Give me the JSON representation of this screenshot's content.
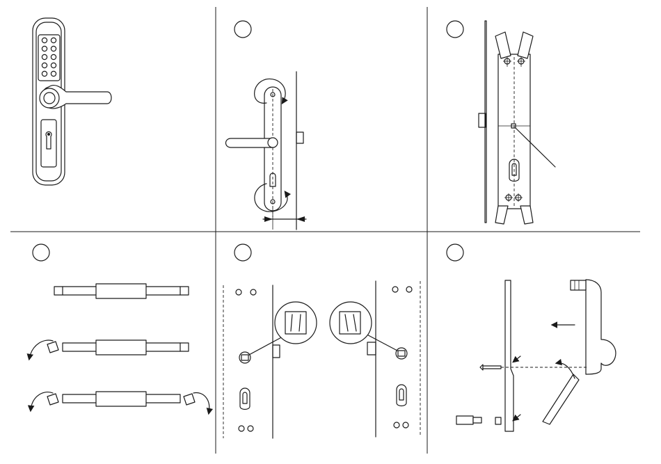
{
  "figure": {
    "panel_count": 6,
    "panels": [
      {
        "name": "handle-keypad-front-view",
        "step_marker": false
      },
      {
        "name": "drill-template-rotation",
        "step_marker": true
      },
      {
        "name": "template-on-door-edge",
        "step_marker": true
      },
      {
        "name": "spindle-cutting",
        "step_marker": true
      },
      {
        "name": "cylinder-cam-alignment",
        "step_marker": true
      },
      {
        "name": "handle-assembly-side",
        "step_marker": true
      }
    ],
    "keypad_button_rows": 5,
    "keypad_button_cols": 2,
    "line_color": "#1a1a1a",
    "background_color": "#ffffff"
  }
}
